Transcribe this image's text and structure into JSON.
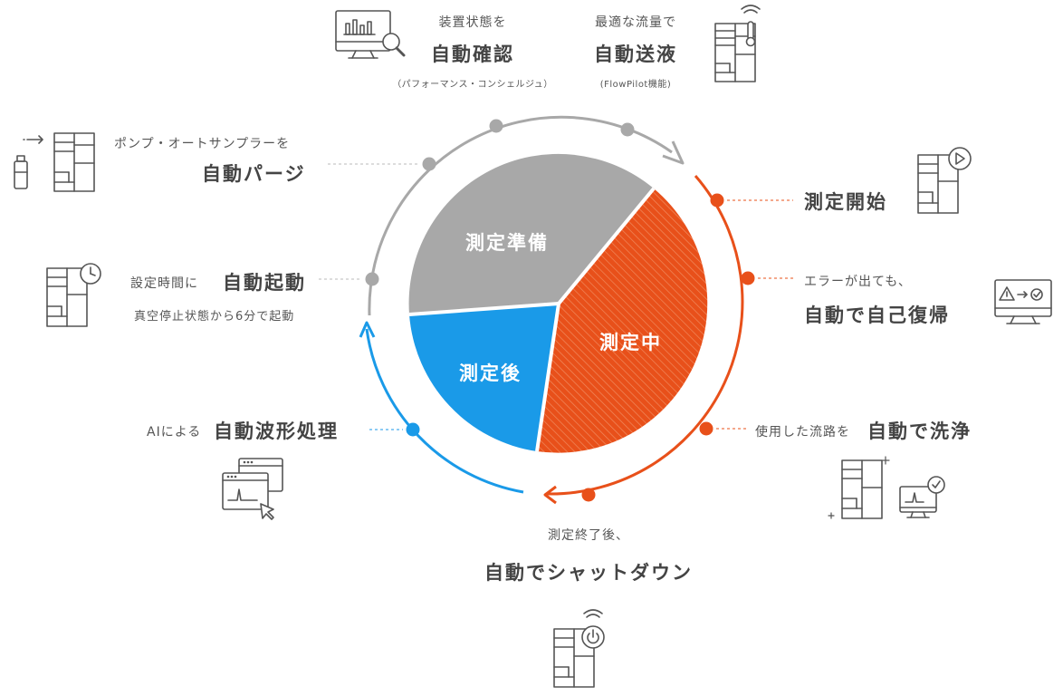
{
  "colors": {
    "gray": "#a8a8a8",
    "orange": "#e8501a",
    "blue": "#1a9ae8",
    "text": "#444444",
    "icon": "#555555"
  },
  "pie": {
    "prep_label": "測定準備",
    "during_label": "測定中",
    "after_label": "測定後"
  },
  "steps": {
    "device_check": {
      "small": "装置状態を",
      "large": "自動確認",
      "note": "（パフォーマンス・コンシェルジュ）"
    },
    "flow": {
      "small": "最適な流量で",
      "large": "自動送液",
      "note": "(FlowPilot機能)"
    },
    "purge": {
      "small": "ポンプ・オートサンプラーを",
      "large": "自動パージ"
    },
    "startup": {
      "small": "設定時間に",
      "large": "自動起動",
      "note": "真空停止状態から6分で起動"
    },
    "waveform": {
      "small": "AIによる",
      "large": "自動波形処理"
    },
    "start": {
      "large": "測定開始"
    },
    "recovery": {
      "small": "エラーが出ても、",
      "large": "自動で自己復帰"
    },
    "wash": {
      "small": "使用した流路を",
      "large": "自動で洗浄"
    },
    "shutdown": {
      "small": "測定終了後、",
      "large": "自動でシャットダウン"
    }
  }
}
